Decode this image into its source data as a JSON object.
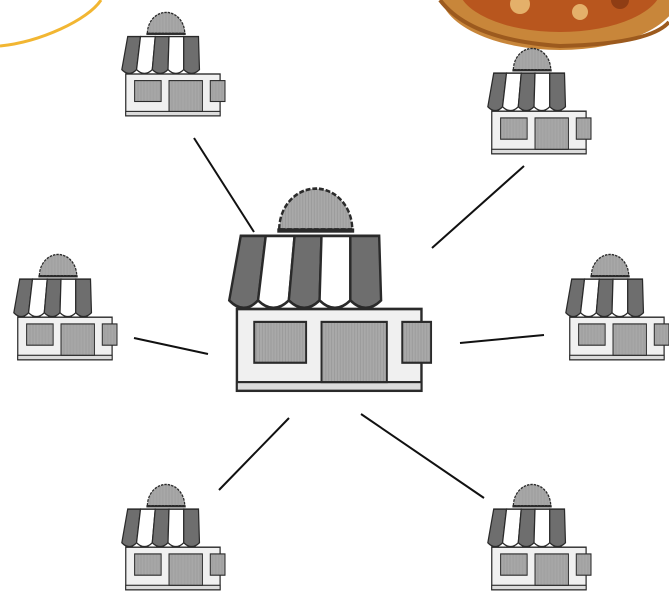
{
  "diagram": {
    "kind": "hub-and-spoke store network",
    "hub": {
      "icon": "storefront-icon"
    },
    "branches": [
      {
        "id": "top-left",
        "icon": "storefront-icon"
      },
      {
        "id": "top-right",
        "icon": "storefront-icon"
      },
      {
        "id": "left",
        "icon": "storefront-icon"
      },
      {
        "id": "right",
        "icon": "storefront-icon"
      },
      {
        "id": "bottom-left",
        "icon": "storefront-icon"
      },
      {
        "id": "bottom-right",
        "icon": "storefront-icon"
      }
    ],
    "decorations": [
      {
        "icon": "pizza-photo-icon"
      },
      {
        "icon": "orange-arc-icon"
      }
    ],
    "colors": {
      "awning_dark": "#6e6e6e",
      "awning_light": "#ffffff",
      "dome": "#a9a9a9",
      "wall": "#f0f0f0",
      "panel": "#a6a6a6",
      "outline": "#2a2a2a",
      "connector": "#111111",
      "accent_arc": "#f2b632",
      "pizza_crust": "#c8863a",
      "pizza_sauce": "#b8561e"
    }
  }
}
